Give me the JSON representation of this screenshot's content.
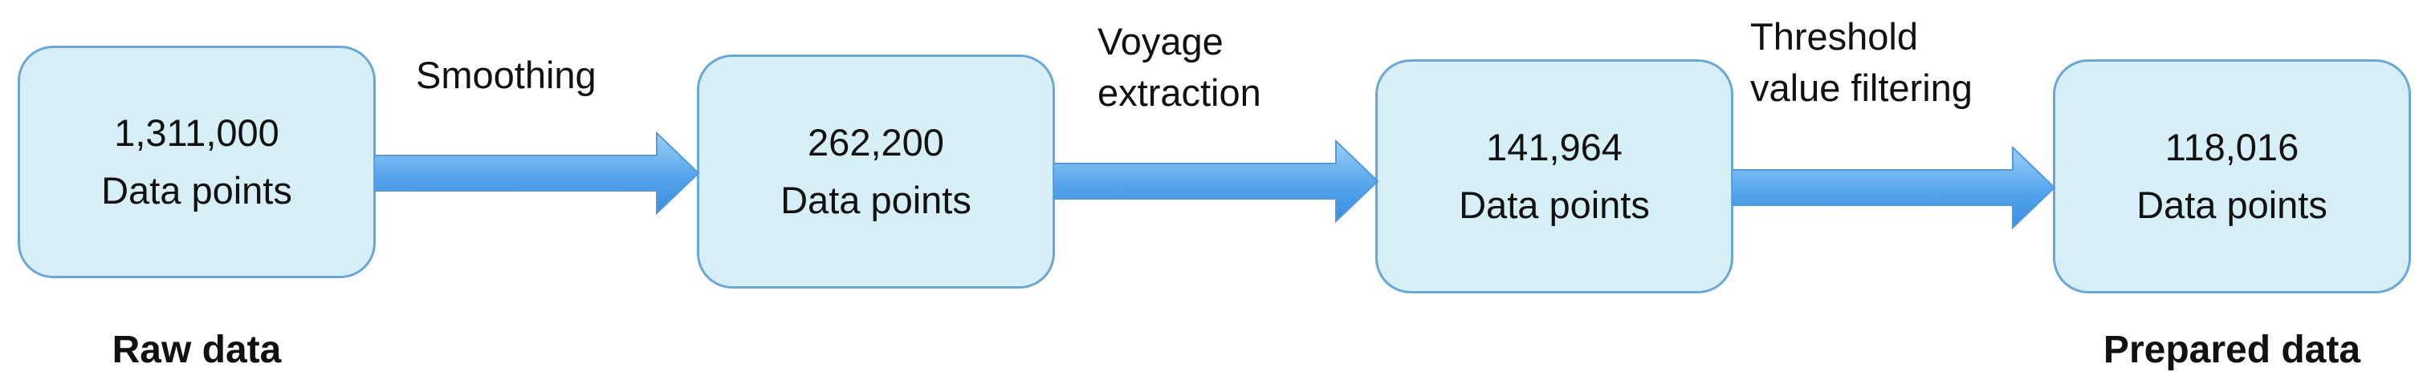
{
  "stages": [
    {
      "count": "1,311,000",
      "unit": "Data points"
    },
    {
      "count": "262,200",
      "unit": "Data points"
    },
    {
      "count": "141,964",
      "unit": "Data points"
    },
    {
      "count": "118,016",
      "unit": "Data points"
    }
  ],
  "steps": [
    {
      "line1": "Smoothing"
    },
    {
      "line1": "Voyage",
      "line2": "extraction"
    },
    {
      "line1": "Threshold",
      "line2": "value filtering"
    }
  ],
  "labels": {
    "start": "Raw data",
    "end": "Prepared data"
  },
  "colors": {
    "box_fill": "#d6eef6",
    "box_border": "#6aa7d4",
    "arrow_light": "#8ec8f2",
    "arrow_dark": "#3a8fe0"
  }
}
